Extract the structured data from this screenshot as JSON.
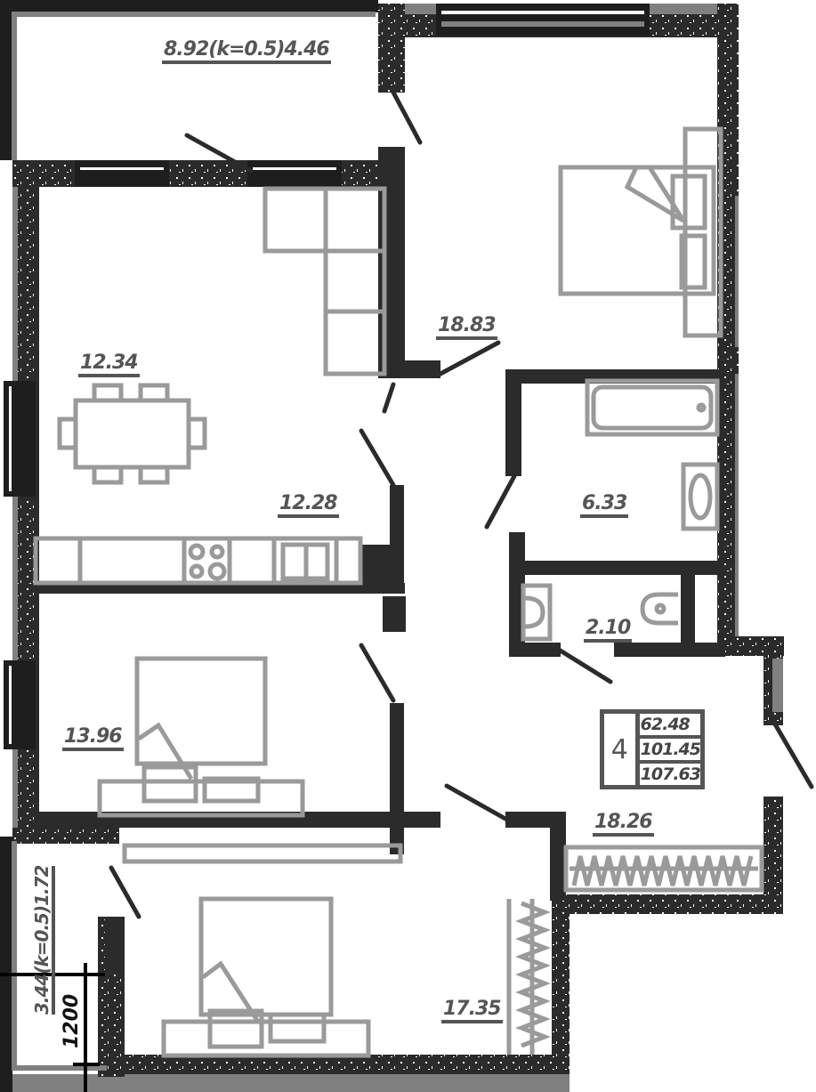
{
  "plan": {
    "title": "4-room apartment floor plan",
    "colors": {
      "wall": "#2b2b2b",
      "furniture": "#9a9a9a",
      "label": "#555555",
      "window": "#808080",
      "background": "#ffffff"
    },
    "rooms": [
      {
        "id": "loggia-top",
        "label": "8.92(k=0.5)4.46"
      },
      {
        "id": "bedroom-top-right",
        "label": "18.83"
      },
      {
        "id": "dining",
        "label": "12.34"
      },
      {
        "id": "kitchen",
        "label": "12.28"
      },
      {
        "id": "bathroom",
        "label": "6.33"
      },
      {
        "id": "toilet",
        "label": "2.10"
      },
      {
        "id": "bedroom-left",
        "label": "13.96"
      },
      {
        "id": "hallway",
        "label": "18.26"
      },
      {
        "id": "bedroom-bottom",
        "label": "17.35"
      },
      {
        "id": "loggia-left",
        "label": "3.44(k=0.5)1.72"
      }
    ],
    "summary": {
      "room_count": "4",
      "living_area": "62.48",
      "total_area": "101.45",
      "total_area_with_loggias": "107.63"
    },
    "dimension": {
      "value": "1200"
    }
  }
}
